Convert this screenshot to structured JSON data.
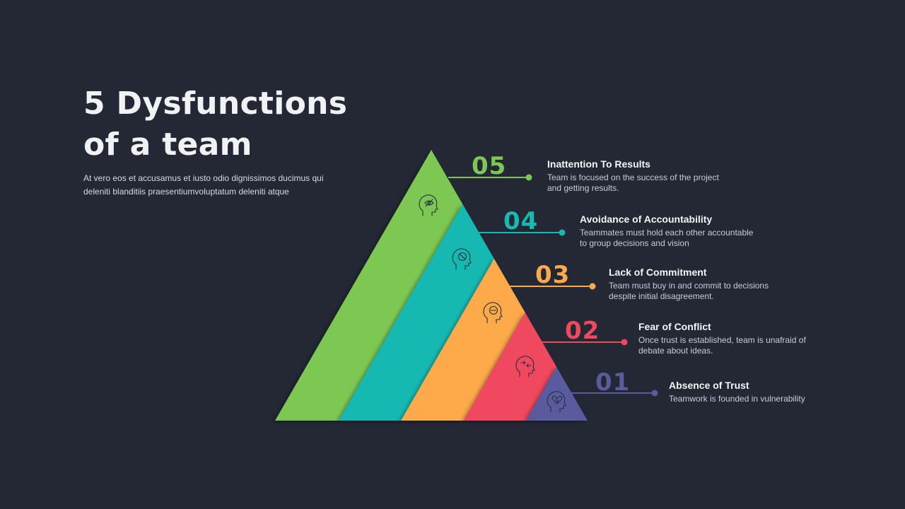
{
  "title_line1": "5 Dysfunctions",
  "title_line2": "of a team",
  "subtitle": "At vero eos et accusamus et iusto odio dignissimos ducimus qui deleniti blanditiis praesentiumvoluptatum deleniti atque",
  "levels": [
    {
      "number": "05",
      "title": "Inattention To Results",
      "description": "Team is focused on the success of the project and getting results.",
      "color": "#7dc853",
      "icon": "head-eye-slash-icon"
    },
    {
      "number": "04",
      "title": "Avoidance of Accountability",
      "description": "Teammates must hold each other accountable to group decisions and vision",
      "color": "#19b9b2",
      "icon": "head-prohibited-icon"
    },
    {
      "number": "03",
      "title": "Lack of Commitment",
      "description": "Team must buy in and commit to decisions despite initial disagreement.",
      "color": "#fdaa4c",
      "icon": "head-minus-icon"
    },
    {
      "number": "02",
      "title": "Fear of Conflict",
      "description": "Once trust is established, team is unafraid of debate about ideas.",
      "color": "#f0495f",
      "icon": "head-arrows-icon"
    },
    {
      "number": "01",
      "title": "Absence of Trust",
      "description": "Teamwork is founded in vulnerability",
      "color": "#5a5a9e",
      "icon": "head-broken-heart-icon"
    }
  ]
}
